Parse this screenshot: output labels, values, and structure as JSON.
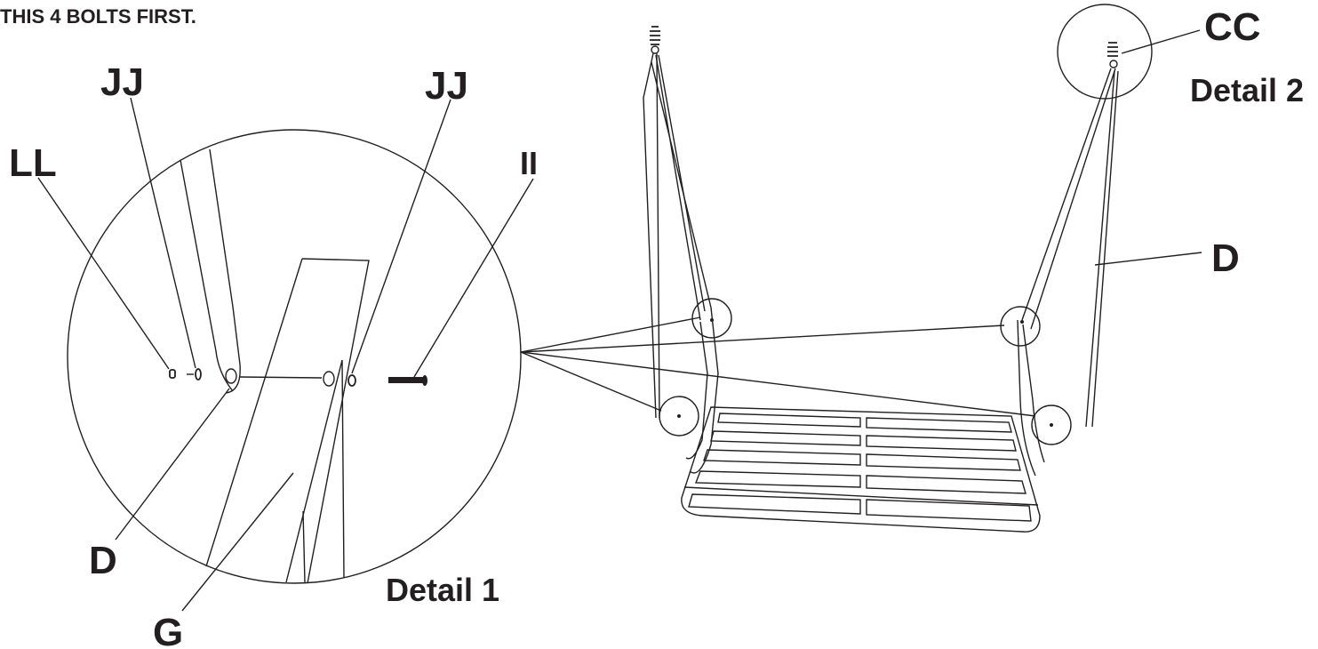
{
  "instruction_text": "THIS 4 BOLTS FIRST.",
  "detail_1": {
    "title": "Detail 1",
    "labels": {
      "ll": "LL",
      "jj_left": "JJ",
      "jj_right": "JJ",
      "ii": "II",
      "d": "D",
      "g": "G"
    }
  },
  "detail_2": {
    "title": "Detail 2",
    "labels": {
      "cc": "CC",
      "d": "D"
    }
  },
  "colors": {
    "ink": "#231f20",
    "background": "#ffffff"
  }
}
